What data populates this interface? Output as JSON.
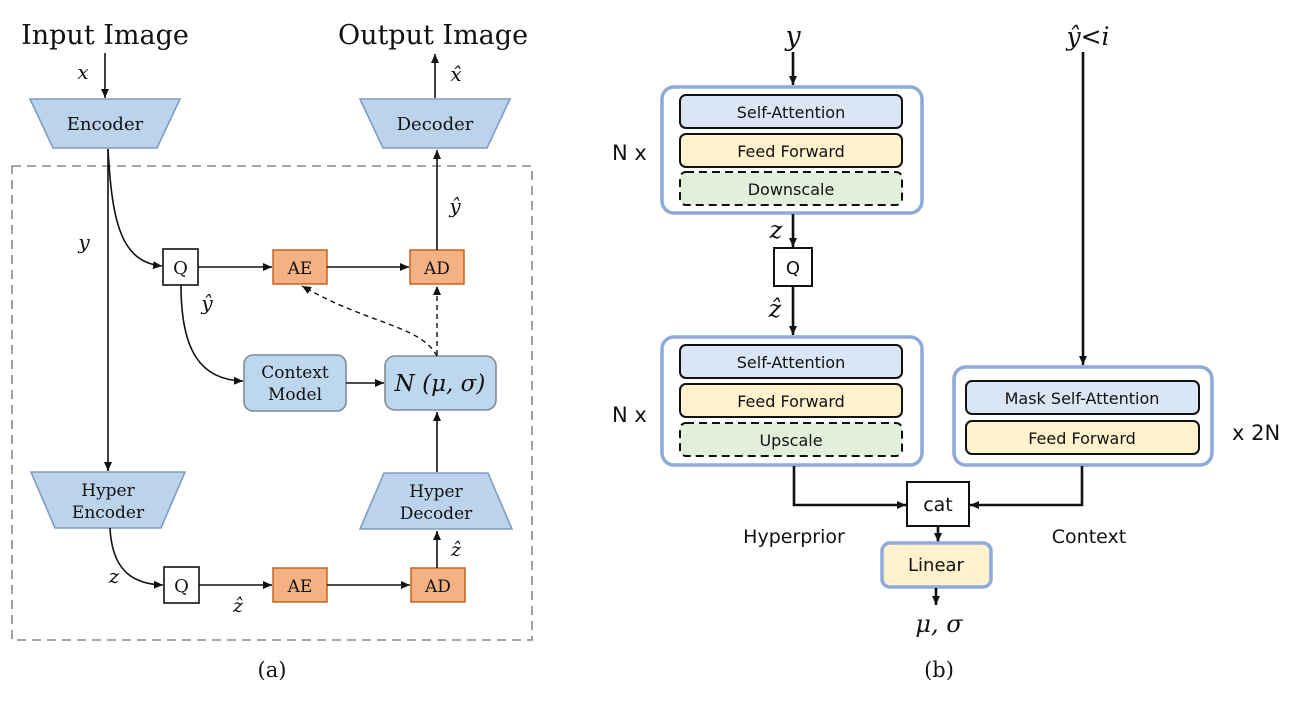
{
  "panel_a": {
    "caption": "(a)",
    "input_label": "Input Image",
    "output_label": "Output Image",
    "x_symbol": "x",
    "x_hat_symbol": "x̂",
    "y_symbol": "y",
    "y_hat_symbol": "ŷ",
    "z_symbol": "z",
    "z_hat_symbol": "ẑ",
    "encoder_label": "Encoder",
    "decoder_label": "Decoder",
    "quantizer_label": "Q",
    "ae_label": "AE",
    "ad_label": "AD",
    "context_model_line1": "Context",
    "context_model_line2": "Model",
    "gaussian_label": "N (μ, σ)",
    "hyper_encoder_line1": "Hyper",
    "hyper_encoder_line2": "Encoder",
    "hyper_decoder_line1": "Hyper",
    "hyper_decoder_line2": "Decoder"
  },
  "panel_b": {
    "caption": "(b)",
    "y_symbol": "y",
    "y_hat_ctx_symbol": "ŷ<i",
    "z_symbol": "z",
    "z_hat_symbol": "ẑ",
    "quantizer_label": "Q",
    "hyper_encoder_repeat": "N x",
    "hyper_decoder_repeat": "N x",
    "context_repeat": "x 2N",
    "self_attention_label": "Self-Attention",
    "feed_forward_label": "Feed Forward",
    "downscale_label": "Downscale",
    "upscale_label": "Upscale",
    "mask_self_attention_label": "Mask Self-Attention",
    "cat_label": "cat",
    "linear_label": "Linear",
    "hyperprior_label": "Hyperprior",
    "context_label": "Context",
    "output_symbol": "μ, σ"
  },
  "colors": {
    "trapezoid_fill": "#bcd3ec",
    "orange_fill": "#f4b183",
    "block_fill": "#bdd7ee",
    "outer_border": "#8eaadb",
    "self_attention_fill": "#dae6f5",
    "feed_forward_fill": "#fff2cc",
    "scale_fill": "#e2efda"
  }
}
